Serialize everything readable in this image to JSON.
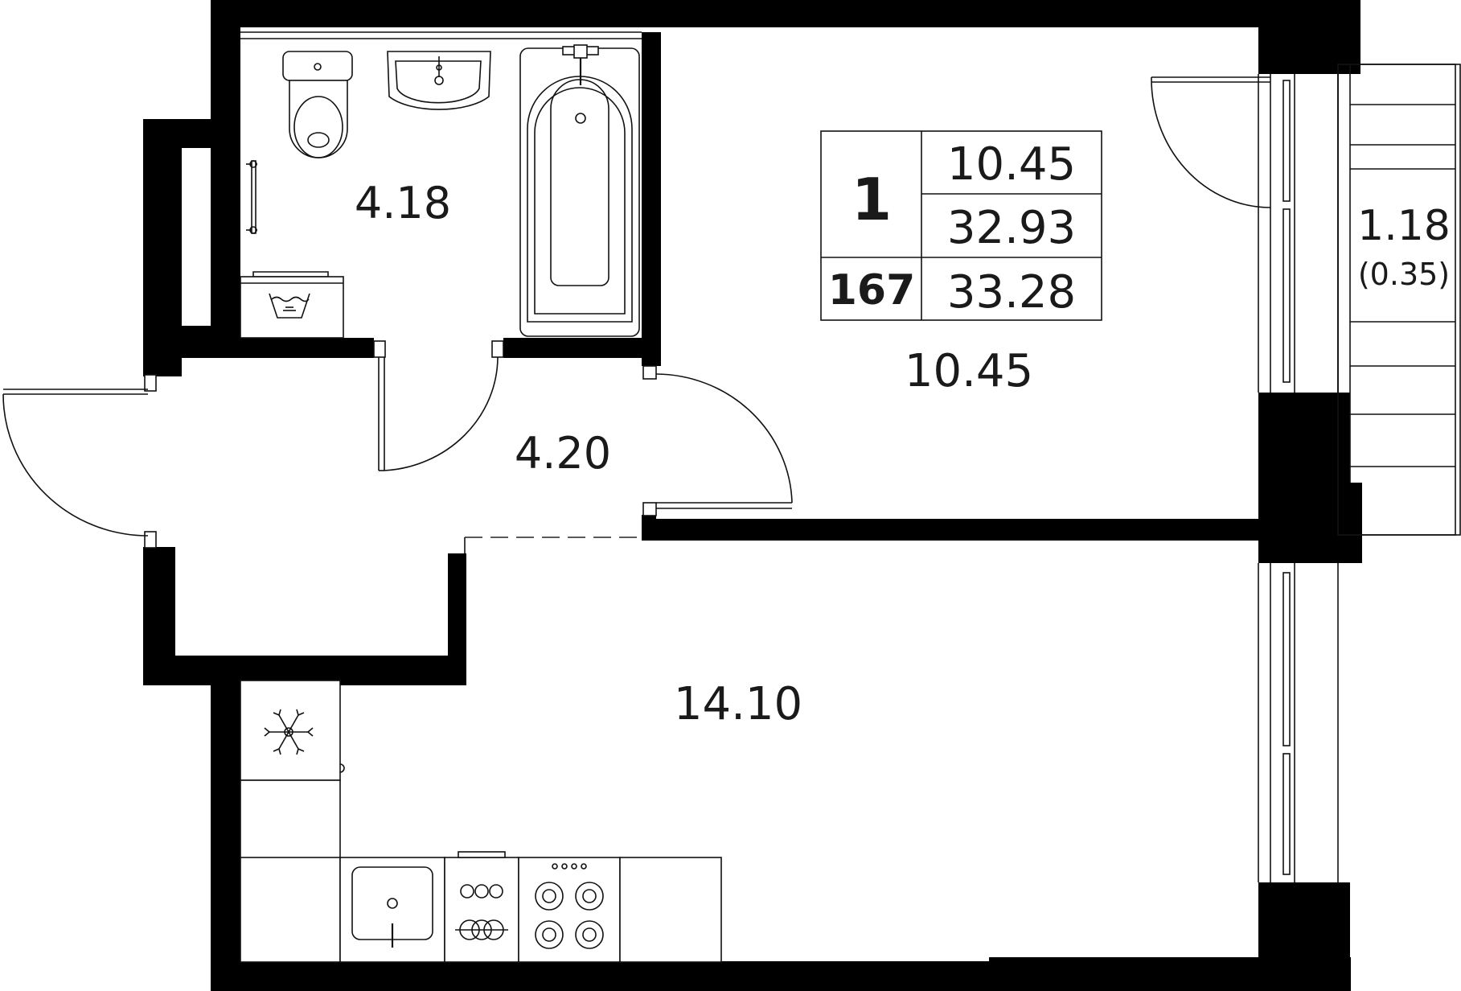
{
  "rooms": {
    "bathroom": "4.18",
    "hallway": "4.20",
    "bedroom": "10.45",
    "kitchen_living": "14.10",
    "balcony": "1.18",
    "balcony_reduced": "(0.35)"
  },
  "info_box": {
    "rooms_count": "1",
    "living_area": "10.45",
    "total_area": "32.93",
    "total_area_with_balcony": "33.28",
    "apartment_number": "167"
  },
  "icons": {
    "fridge": "snowflake-icon",
    "washer": "washing-symbol-icon"
  },
  "colors": {
    "wall": "#000000",
    "line": "#111111",
    "text": "#1a1a1a",
    "background": "#ffffff"
  }
}
